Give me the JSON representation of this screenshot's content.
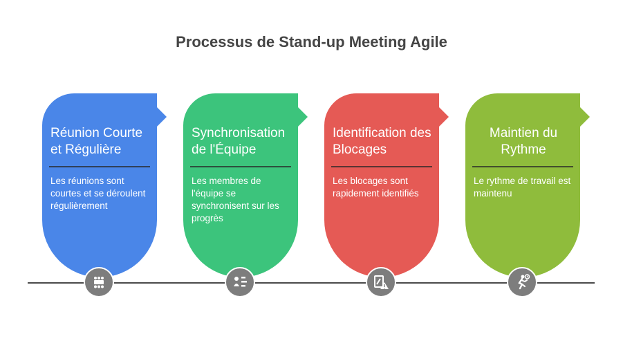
{
  "title": "Processus de Stand-up Meeting Agile",
  "steps": [
    {
      "heading": "Réunion Courte et Régulière",
      "text": "Les réunions sont courtes et se déroulent régulièrement",
      "color": "#4a86e8",
      "icon": "meeting-table-icon"
    },
    {
      "heading": "Synchronisation de l'Équipe",
      "text": "Les membres de l'équipe se synchronisent sur les progrès",
      "color": "#3cc47c",
      "icon": "team-sync-icon"
    },
    {
      "heading": "Identification des Blocages",
      "text": "Les blocages sont rapidement identifiés",
      "color": "#e55a55",
      "icon": "warning-path-icon"
    },
    {
      "heading": "Maintien du Rythme",
      "text": "Le rythme de travail est maintenu",
      "color": "#8fbc3c",
      "icon": "running-person-icon"
    }
  ]
}
